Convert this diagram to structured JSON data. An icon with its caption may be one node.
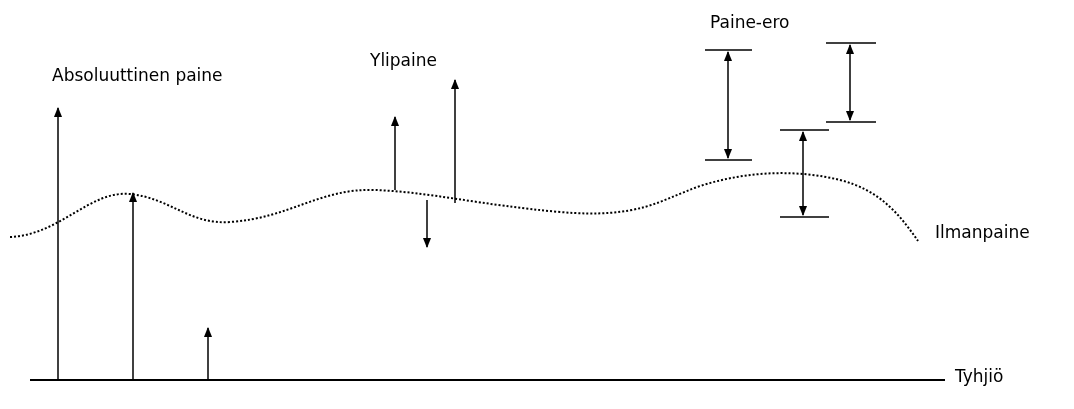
{
  "diagram": {
    "labels": [
      "Paine-ero",
      "Ylipaine",
      "Absoluuttinen paine",
      "Ilmanpaine",
      "Tyhjiö"
    ]
  }
}
